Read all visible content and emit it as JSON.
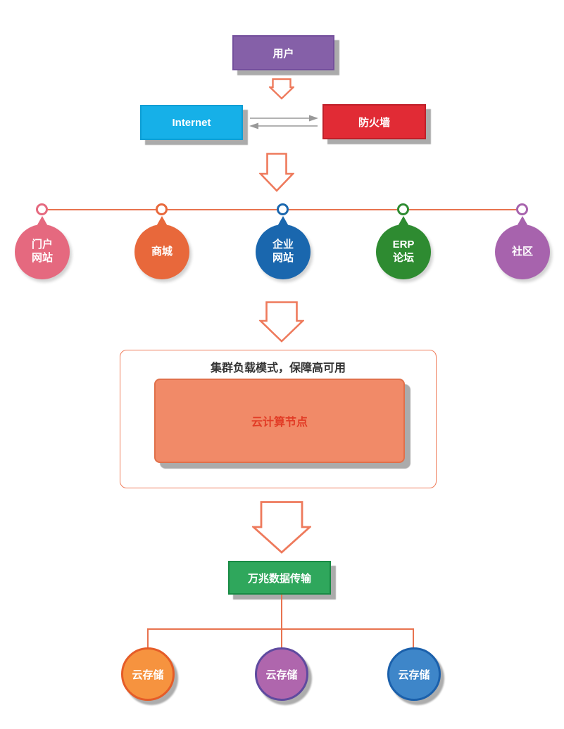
{
  "flow": {
    "user": {
      "label": "用户",
      "fill": "#8560a8",
      "border": "#74509c"
    },
    "internet": {
      "label": "Internet",
      "fill": "#16b0e8",
      "border": "#0d9ed4"
    },
    "firewall": {
      "label": "防火墙",
      "fill": "#e12b35",
      "border": "#bf1f29"
    }
  },
  "services": {
    "line_color": "#e8734f",
    "items": [
      {
        "label": "门户\n网站",
        "color": "#e5697f"
      },
      {
        "label": "商城",
        "color": "#e8683b"
      },
      {
        "label": "企业\n网站",
        "color": "#1a67ae"
      },
      {
        "label": "ERP\n论坛",
        "color": "#2e8b31"
      },
      {
        "label": "社区",
        "color": "#a763ad"
      }
    ]
  },
  "cluster": {
    "title": "集群负载模式，保障高可用",
    "node_label": "云计算节点",
    "node_fill": "#f18a68",
    "node_border": "#e0704a",
    "node_text_color": "#e23c26",
    "border_color": "#ef7c5a"
  },
  "transfer": {
    "label": "万兆数据传输",
    "fill": "#2fa75c",
    "border": "#188a44"
  },
  "storage": {
    "items": [
      {
        "label": "云存储",
        "fill": "#f6933f",
        "border": "#e55c28"
      },
      {
        "label": "云存储",
        "fill": "#af66ad",
        "border": "#5f4a9f"
      },
      {
        "label": "云存储",
        "fill": "#3e86c9",
        "border": "#1b60ab"
      }
    ]
  },
  "connectors": {
    "arrow_outline": "#ee7a5c",
    "double_arrow_color": "#999999"
  }
}
